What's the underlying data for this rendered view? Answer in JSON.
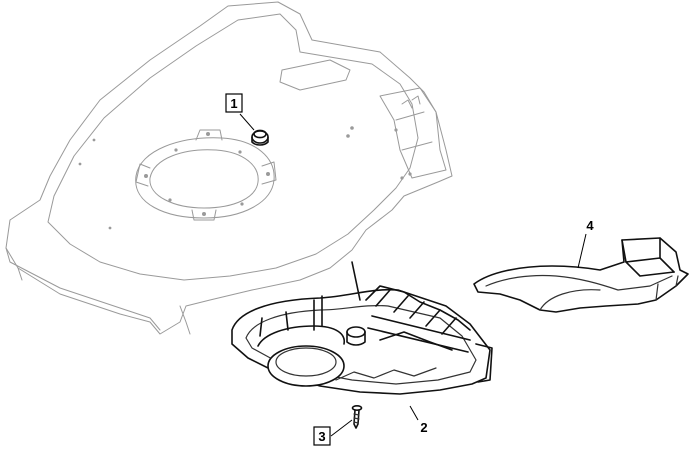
{
  "callouts": [
    {
      "label": "1",
      "boxed": true
    },
    {
      "label": "2",
      "boxed": false
    },
    {
      "label": "3",
      "boxed": true
    },
    {
      "label": "4",
      "boxed": false
    }
  ],
  "colors": {
    "housing_line": "#9a9a9a",
    "part_line": "#111111",
    "background": "#ffffff"
  }
}
